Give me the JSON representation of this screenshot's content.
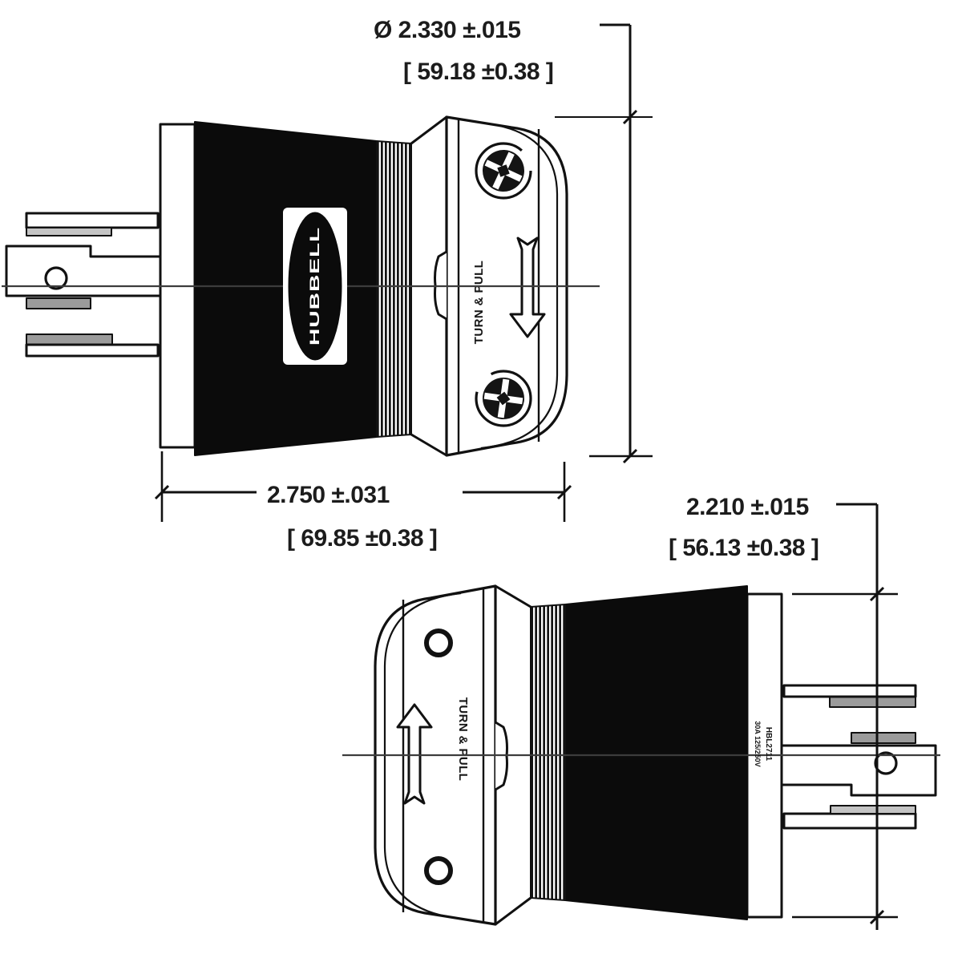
{
  "drawing": {
    "type": "technical-drawing",
    "product": {
      "brand": "HUBBELL",
      "catalog": "HBL2711",
      "rating": "30A 125/250V"
    },
    "labels": {
      "turn_pull": "TURN & PULL"
    },
    "dimensions": {
      "face_diameter_in": "Ø  2.330  ±.015",
      "face_diameter_mm": "[ 59.18  ±0.38 ]",
      "overall_length_in": "2.750    ±.031",
      "overall_length_mm": "[ 69.85    ±0.38 ]",
      "back_diameter_in": "2.210 ±.015",
      "back_diameter_mm": "[ 56.13  ±0.38 ]"
    },
    "colors": {
      "line": "#111111",
      "centerline": "#3c3c3c",
      "background": "#ffffff"
    }
  }
}
